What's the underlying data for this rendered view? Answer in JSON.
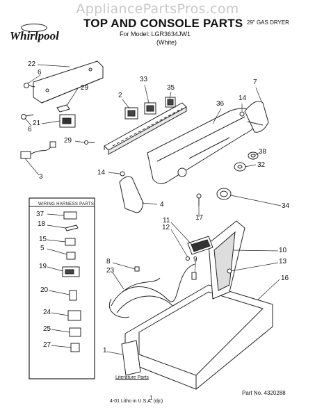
{
  "site_watermark": "AppliancePartsPros.com",
  "brand_logo": "Whirlpool",
  "title": "TOP AND CONSOLE PARTS",
  "model_line": "For Model: LGR3634JW1",
  "model_color": "(White)",
  "dryer_type": "29\" GAS DRYER",
  "wiring_inset_title": "WIRING HARNESS PARTS",
  "literature_label": "Literature Parts",
  "page_number": "1",
  "part_number": "Part No. 4320288",
  "footer_print": "4-01 Litho in U.S.A. (djc)",
  "callouts": {
    "n22": "22",
    "n6a": "6",
    "n29a": "29",
    "n6b": "6",
    "n21": "21",
    "n33": "33",
    "n2": "2",
    "n35": "35",
    "n14a": "14",
    "n7": "7",
    "n36": "36",
    "n29b": "29",
    "n38": "38",
    "n32": "32",
    "n3": "3",
    "n14b": "14",
    "n4": "4",
    "n34": "34",
    "n17": "17",
    "n11": "11",
    "n12": "12",
    "n10": "10",
    "n13": "13",
    "n9": "9",
    "n8": "8",
    "n23": "23",
    "n16": "16",
    "n1": "1",
    "n37": "37",
    "n18": "18",
    "n15": "15",
    "n5": "5",
    "n19": "19",
    "n20": "20",
    "n24": "24",
    "n25": "25",
    "n27": "27"
  }
}
